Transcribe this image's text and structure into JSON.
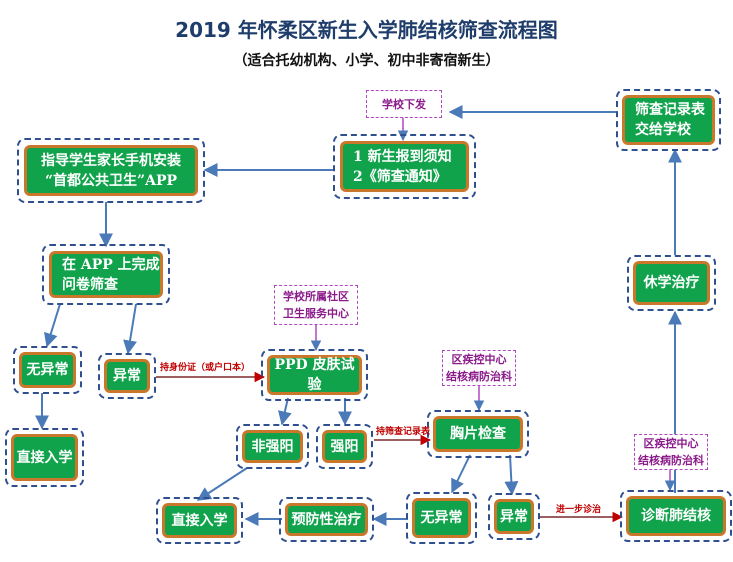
{
  "title": "2019 年怀柔区新生入学肺结核筛查流程图",
  "subtitle": "（适合托幼机构、小学、初中非寄宿新生）",
  "nodes": {
    "notice": "1 新生报到须知\n2《筛查通知》",
    "guide_app": "指导学生家长手机安装\n“首都公共卫生”APP",
    "questionnaire": "在 APP 上完成\n问卷筛查",
    "no_abnormal_1": "无异常",
    "direct_entry_1": "直接入学",
    "abnormal_1": "异常",
    "ppd": "PPD 皮肤试验",
    "non_strong_pos": "非强阳",
    "strong_pos": "强阳",
    "chest_xray": "胸片检查",
    "direct_entry_2": "直接入学",
    "preventive": "预防性治疗",
    "no_abnormal_2": "无异常",
    "abnormal_2": "异常",
    "diagnose_tb": "诊断肺结核",
    "suspend": "休学治疗",
    "record_form": "筛查记录表\n交给学校"
  },
  "notes": {
    "school_issue": "学校下发",
    "community": "学校所属社区\n卫生服务中心",
    "cdc_1": "区疾控中心\n结核病防治科",
    "cdc_2": "区疾控中心\n结核病防治科"
  },
  "edge_labels": {
    "with_id": "持身份证（或户口本）",
    "with_record": "持筛查记录表",
    "further_diagnosis": "进一步诊治"
  },
  "colors": {
    "box_fill": "#10a34c",
    "box_border": "#c9782b",
    "outer_dash": "#2f4f8f",
    "arrow": "#4a7ab8",
    "note_text": "#8b1a8b",
    "edge_label": "#c00000"
  }
}
